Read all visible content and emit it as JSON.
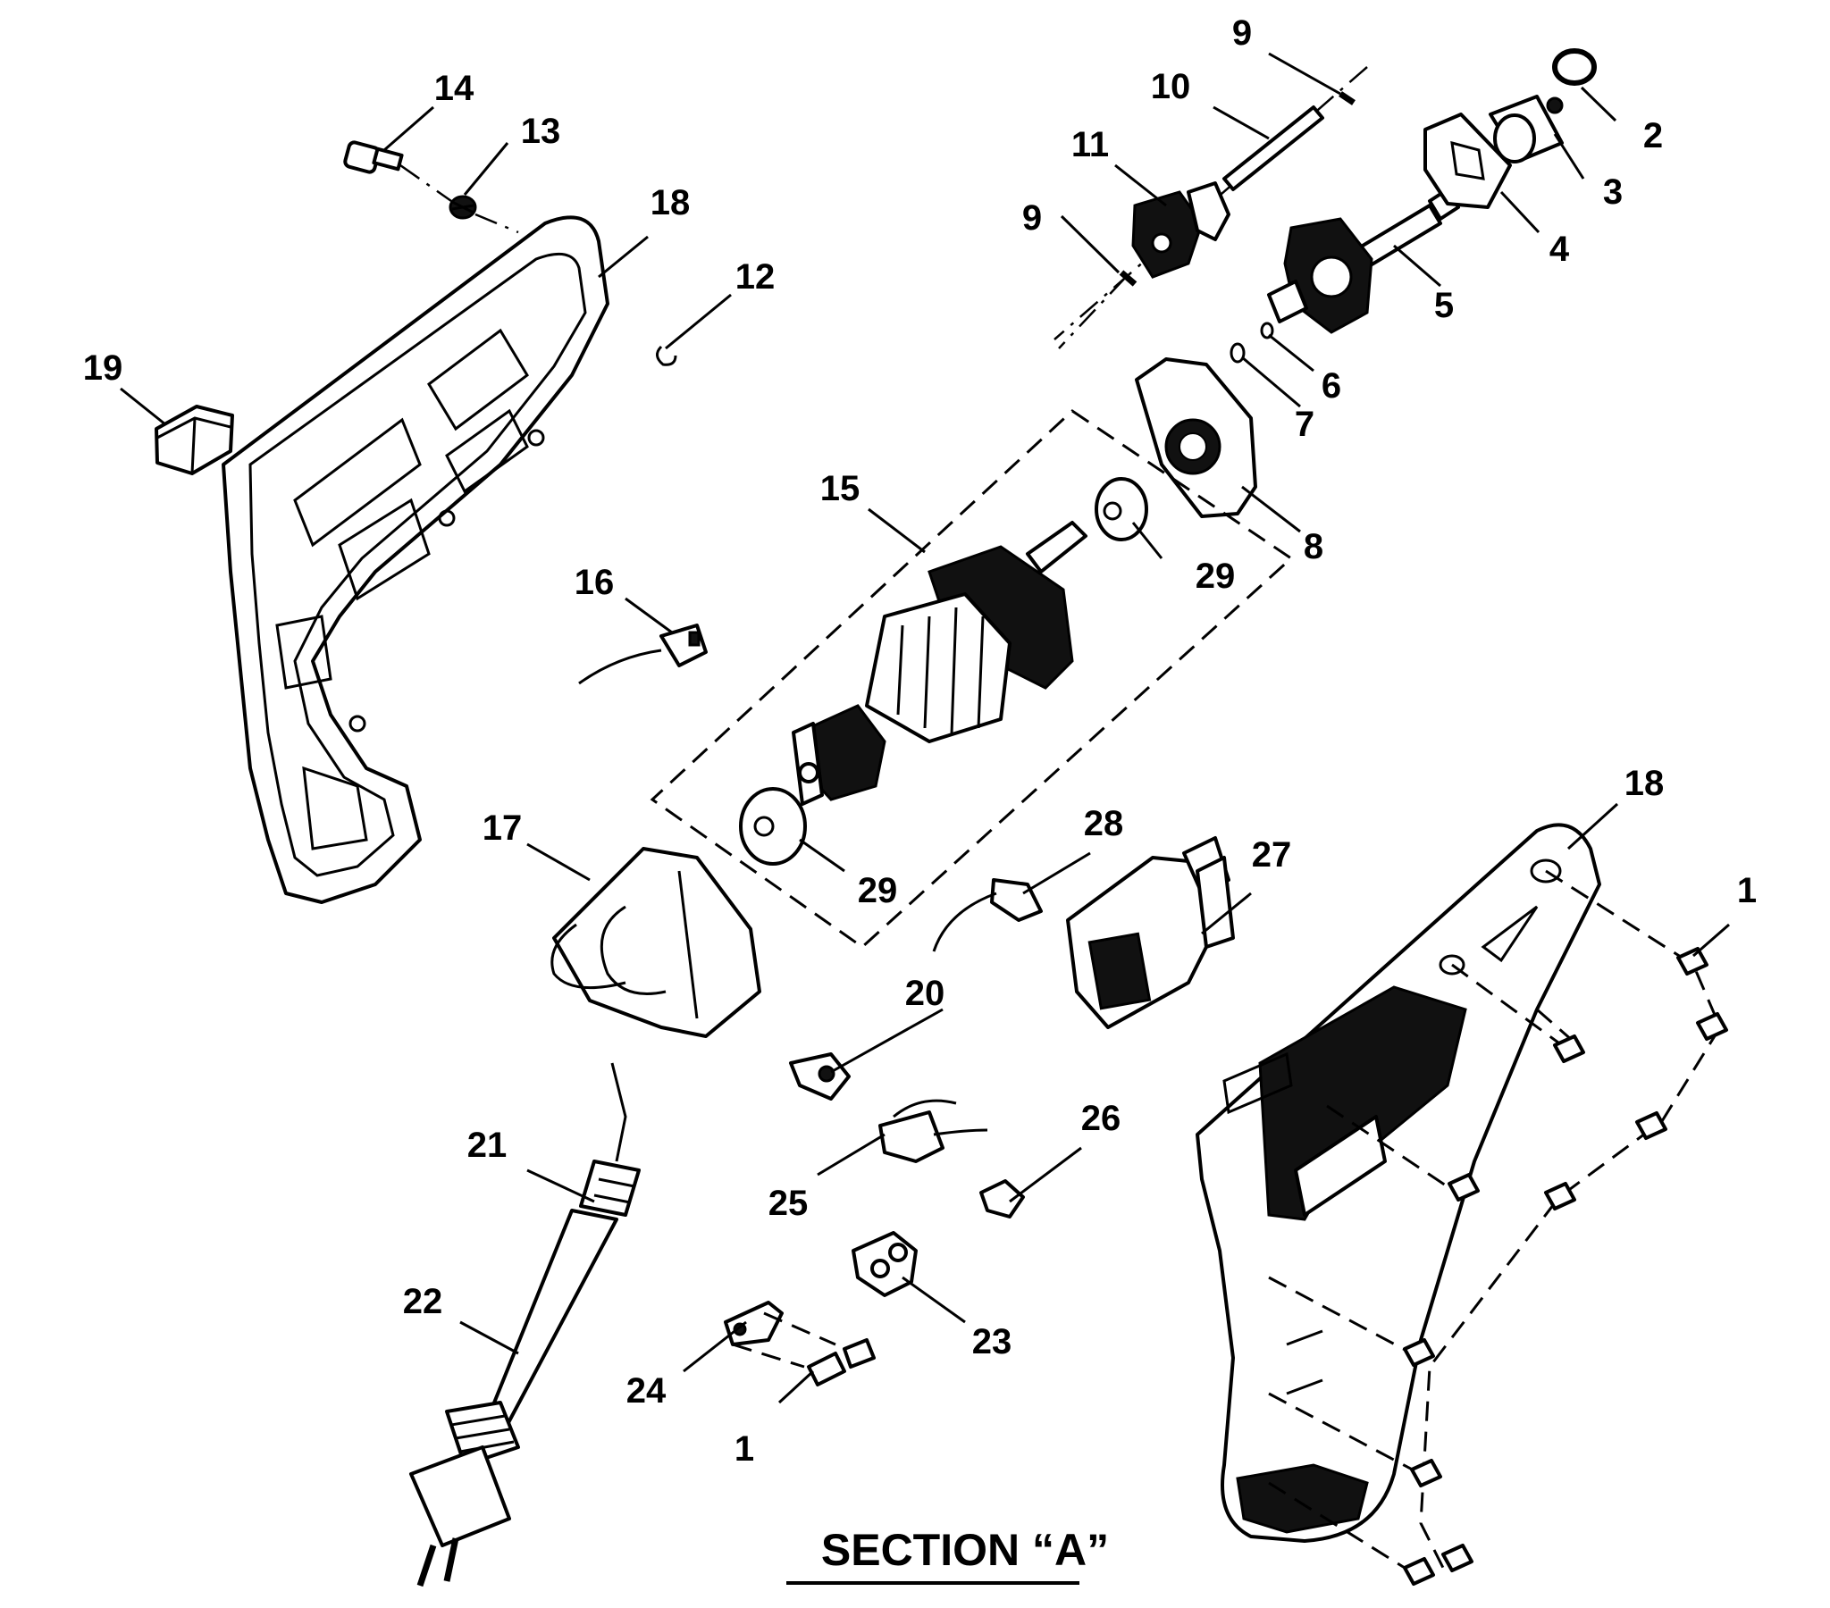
{
  "diagram": {
    "section_title": "SECTION “A”",
    "callouts": [
      {
        "id": "c1a",
        "label": "1"
      },
      {
        "id": "c1b",
        "label": "1"
      },
      {
        "id": "c2",
        "label": "2"
      },
      {
        "id": "c3",
        "label": "3"
      },
      {
        "id": "c4",
        "label": "4"
      },
      {
        "id": "c5",
        "label": "5"
      },
      {
        "id": "c6",
        "label": "6"
      },
      {
        "id": "c7",
        "label": "7"
      },
      {
        "id": "c8",
        "label": "8"
      },
      {
        "id": "c9a",
        "label": "9"
      },
      {
        "id": "c9b",
        "label": "9"
      },
      {
        "id": "c10",
        "label": "10"
      },
      {
        "id": "c11",
        "label": "11"
      },
      {
        "id": "c12",
        "label": "12"
      },
      {
        "id": "c13",
        "label": "13"
      },
      {
        "id": "c14",
        "label": "14"
      },
      {
        "id": "c15",
        "label": "15"
      },
      {
        "id": "c16",
        "label": "16"
      },
      {
        "id": "c17",
        "label": "17"
      },
      {
        "id": "c18a",
        "label": "18"
      },
      {
        "id": "c18b",
        "label": "18"
      },
      {
        "id": "c19",
        "label": "19"
      },
      {
        "id": "c20",
        "label": "20"
      },
      {
        "id": "c21",
        "label": "21"
      },
      {
        "id": "c22",
        "label": "22"
      },
      {
        "id": "c23",
        "label": "23"
      },
      {
        "id": "c24",
        "label": "24"
      },
      {
        "id": "c25",
        "label": "25"
      },
      {
        "id": "c26",
        "label": "26"
      },
      {
        "id": "c27",
        "label": "27"
      },
      {
        "id": "c28",
        "label": "28"
      },
      {
        "id": "c29a",
        "label": "29"
      },
      {
        "id": "c29b",
        "label": "29"
      }
    ]
  }
}
